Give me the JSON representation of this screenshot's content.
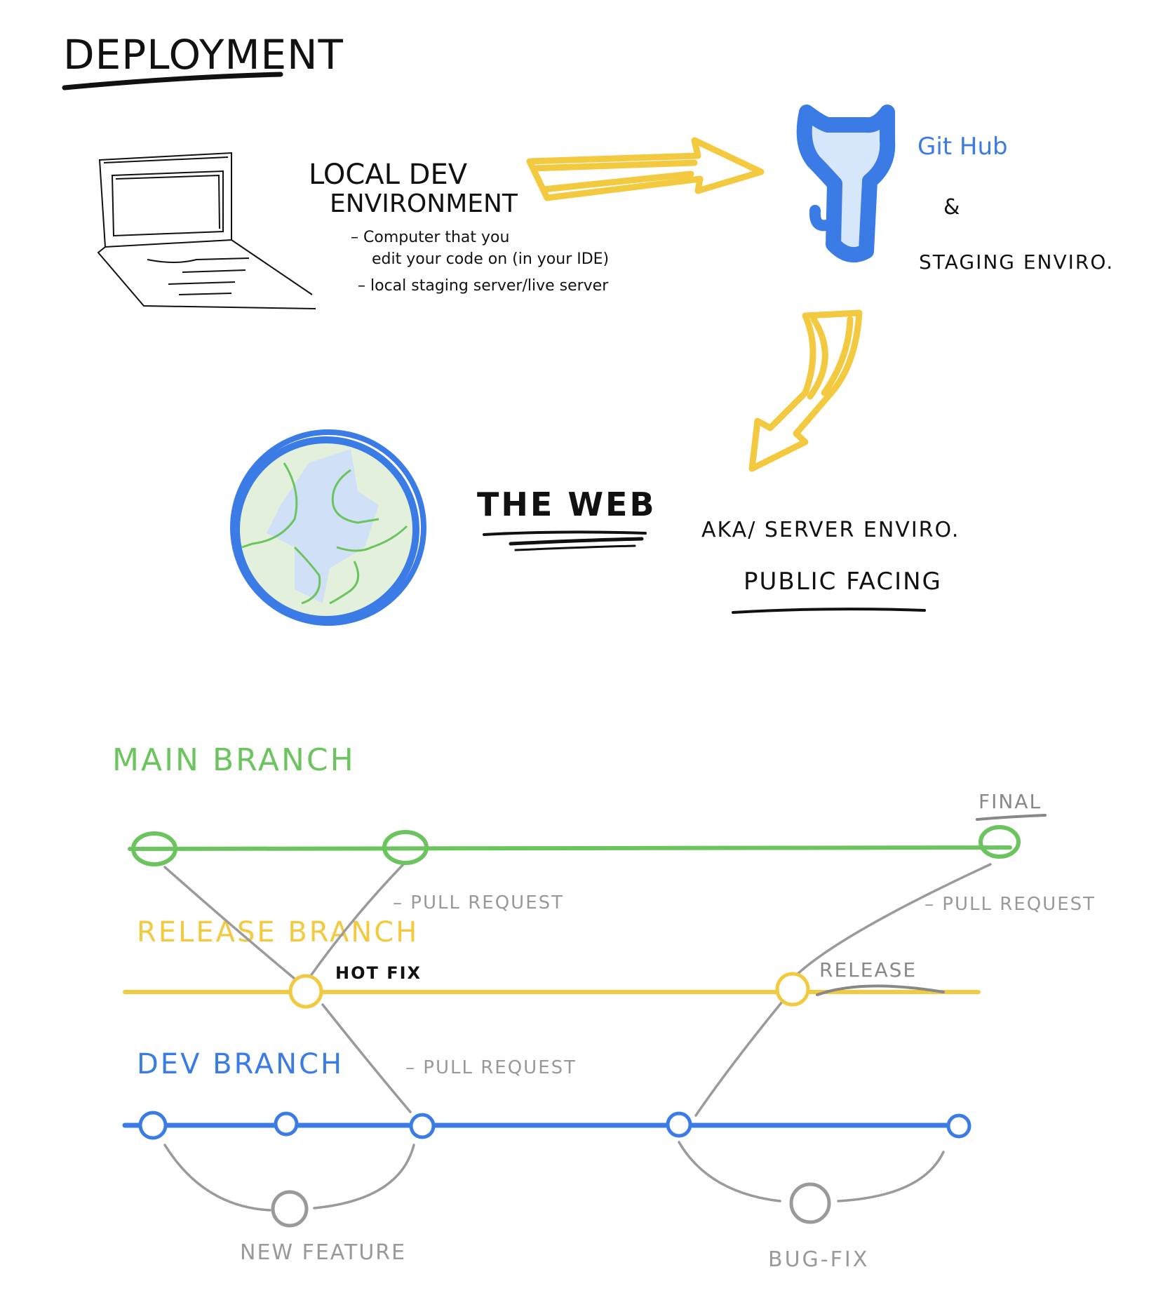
{
  "title": "DEPLOYMENT",
  "local_env": {
    "heading_line1": "LOCAL DEV",
    "heading_line2": "ENVIRONMENT",
    "note1_line1": "– Computer that you",
    "note1_line2": "edit your code on (in your IDE)",
    "note2": "– local staging server/live server"
  },
  "github": {
    "label": "Git Hub",
    "amp": "&",
    "staging": "STAGING ENVIRO."
  },
  "web": {
    "label": "THE WEB",
    "aka": "AKA/ SERVER ENVIRO.",
    "public": "PUBLIC FACING"
  },
  "branches": {
    "main_label": "MAIN BRANCH",
    "release_label": "RELEASE BRANCH",
    "dev_label": "DEV BRANCH",
    "final": "FINAL",
    "release": "RELEASE",
    "hot_fix": "HOT FIX",
    "pull_request_1": "– PULL REQUEST",
    "pull_request_2": "– PULL REQUEST",
    "pull_request_3": "– PULL REQUEST",
    "new_feature": "NEW FEATURE",
    "bug_fix": "BUG-FIX"
  },
  "colors": {
    "main": "#6cc45f",
    "release": "#f3c93f",
    "dev": "#3b7be6",
    "gray": "#9a9a9a",
    "ink": "#111111",
    "blue_accent": "#3b7be6"
  }
}
